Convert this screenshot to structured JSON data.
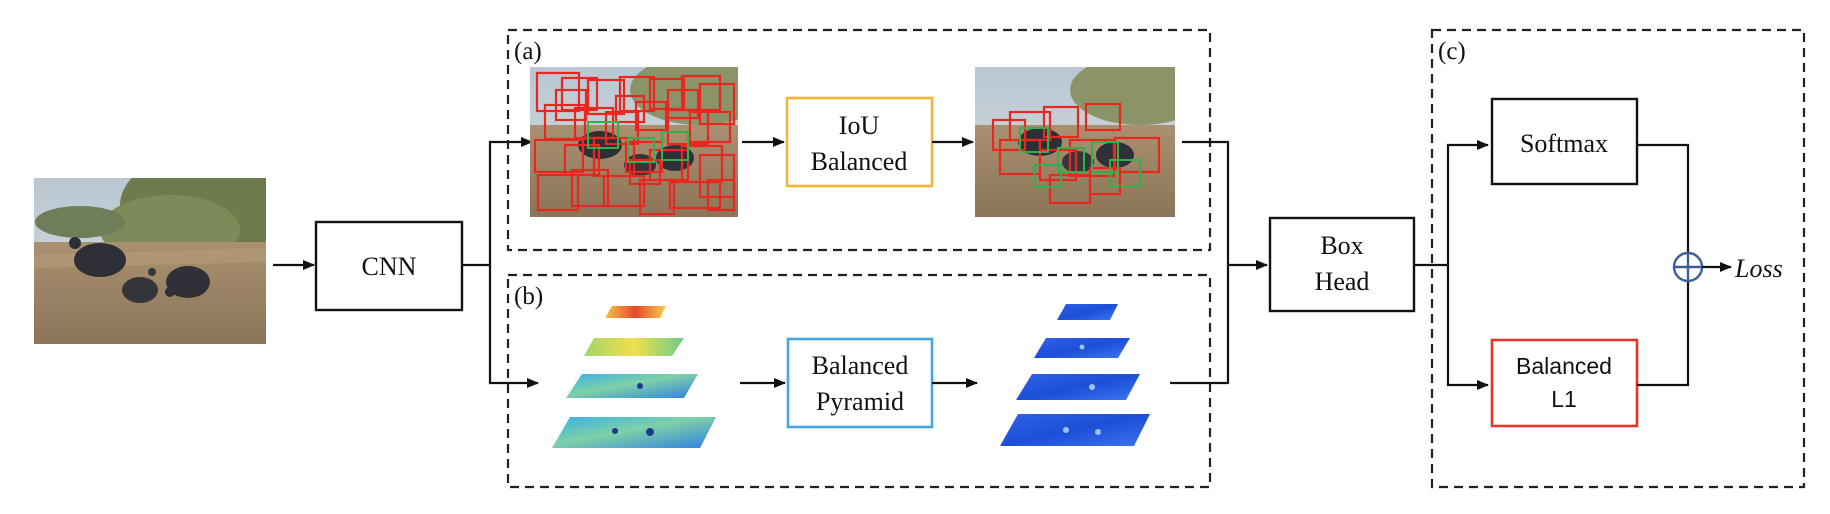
{
  "panels": {
    "a": "(a)",
    "b": "(b)",
    "c": "(c)"
  },
  "cnn": "CNN",
  "iou": {
    "line1": "IoU",
    "line2": "Balanced",
    "color": "#F2B53A"
  },
  "pyramid": {
    "line1": "Balanced",
    "line2": "Pyramid",
    "color": "#3FA9E0"
  },
  "box_head": {
    "line1": "Box",
    "line2": "Head"
  },
  "softmax": "Softmax",
  "balanced_l1": {
    "line1": "Balanced",
    "line2": "L1",
    "color": "#E2352B"
  },
  "loss": "Loss",
  "images": {
    "input": "guineafowl-photo",
    "proposals_before": "photo-with-many-red-boxes",
    "proposals_after": "photo-with-balanced-boxes"
  },
  "colors": {
    "negative_box": "#E8281E",
    "positive_box": "#32B04A",
    "plus_circle": "#3B5F9A"
  }
}
